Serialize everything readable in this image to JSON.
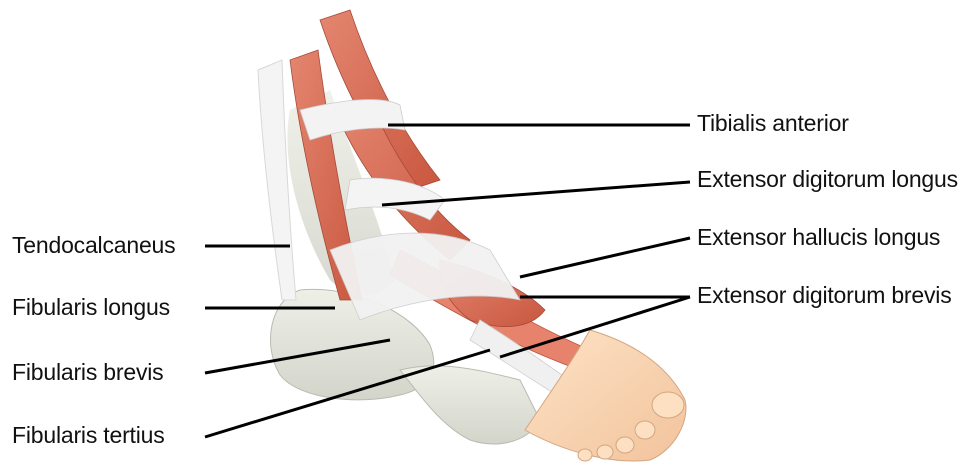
{
  "labels": {
    "tibialis_anterior": "Tibialis anterior",
    "extensor_digitorum_longus": "Extensor digitorum longus",
    "extensor_hallucis_longus": "Extensor hallucis longus",
    "extensor_digitorum_brevis": "Extensor digitorum brevis",
    "tendocalcaneus": "Tendocalcaneus",
    "fibularis_longus": "Fibularis longus",
    "fibularis_brevis": "Fibularis brevis",
    "fibularis_tertius": "Fibularis tertius"
  },
  "colors": {
    "muscle": "#d9705a",
    "muscle_dark": "#b8503f",
    "tendon": "#f2f2f2",
    "bone": "#e3e4dc",
    "skin": "#fbd9b8",
    "leader_line": "#000000"
  }
}
